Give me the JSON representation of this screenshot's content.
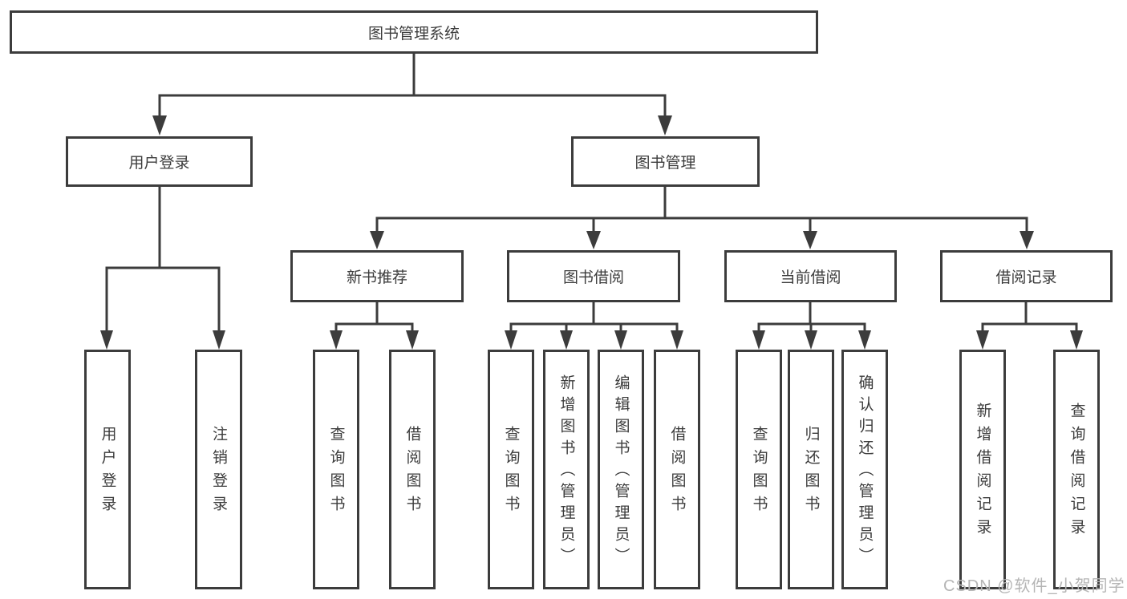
{
  "diagram": {
    "root": {
      "label": "图书管理系统"
    },
    "branches": [
      {
        "label": "用户登录",
        "children": [
          {
            "label": "用户登录"
          },
          {
            "label": "注销登录"
          }
        ]
      },
      {
        "label": "图书管理",
        "children": [
          {
            "label": "新书推荐",
            "children": [
              {
                "label": "查询图书"
              },
              {
                "label": "借阅图书"
              }
            ]
          },
          {
            "label": "图书借阅",
            "children": [
              {
                "label": "查询图书"
              },
              {
                "label": "新增图书（管理员）"
              },
              {
                "label": "编辑图书（管理员）"
              },
              {
                "label": "借阅图书"
              }
            ]
          },
          {
            "label": "当前借阅",
            "children": [
              {
                "label": "查询图书"
              },
              {
                "label": "归还图书"
              },
              {
                "label": "确认归还（管理员）"
              }
            ]
          },
          {
            "label": "借阅记录",
            "children": [
              {
                "label": "新增借阅记录"
              },
              {
                "label": "查询借阅记录"
              }
            ]
          }
        ]
      }
    ]
  },
  "watermark": "CSDN @软件_小贺同学",
  "colors": {
    "line": "#3c3c3c",
    "box_border": "#3c3c3c",
    "text": "#3c3c3c",
    "watermark": "#b5b5b5",
    "background": "#ffffff"
  }
}
